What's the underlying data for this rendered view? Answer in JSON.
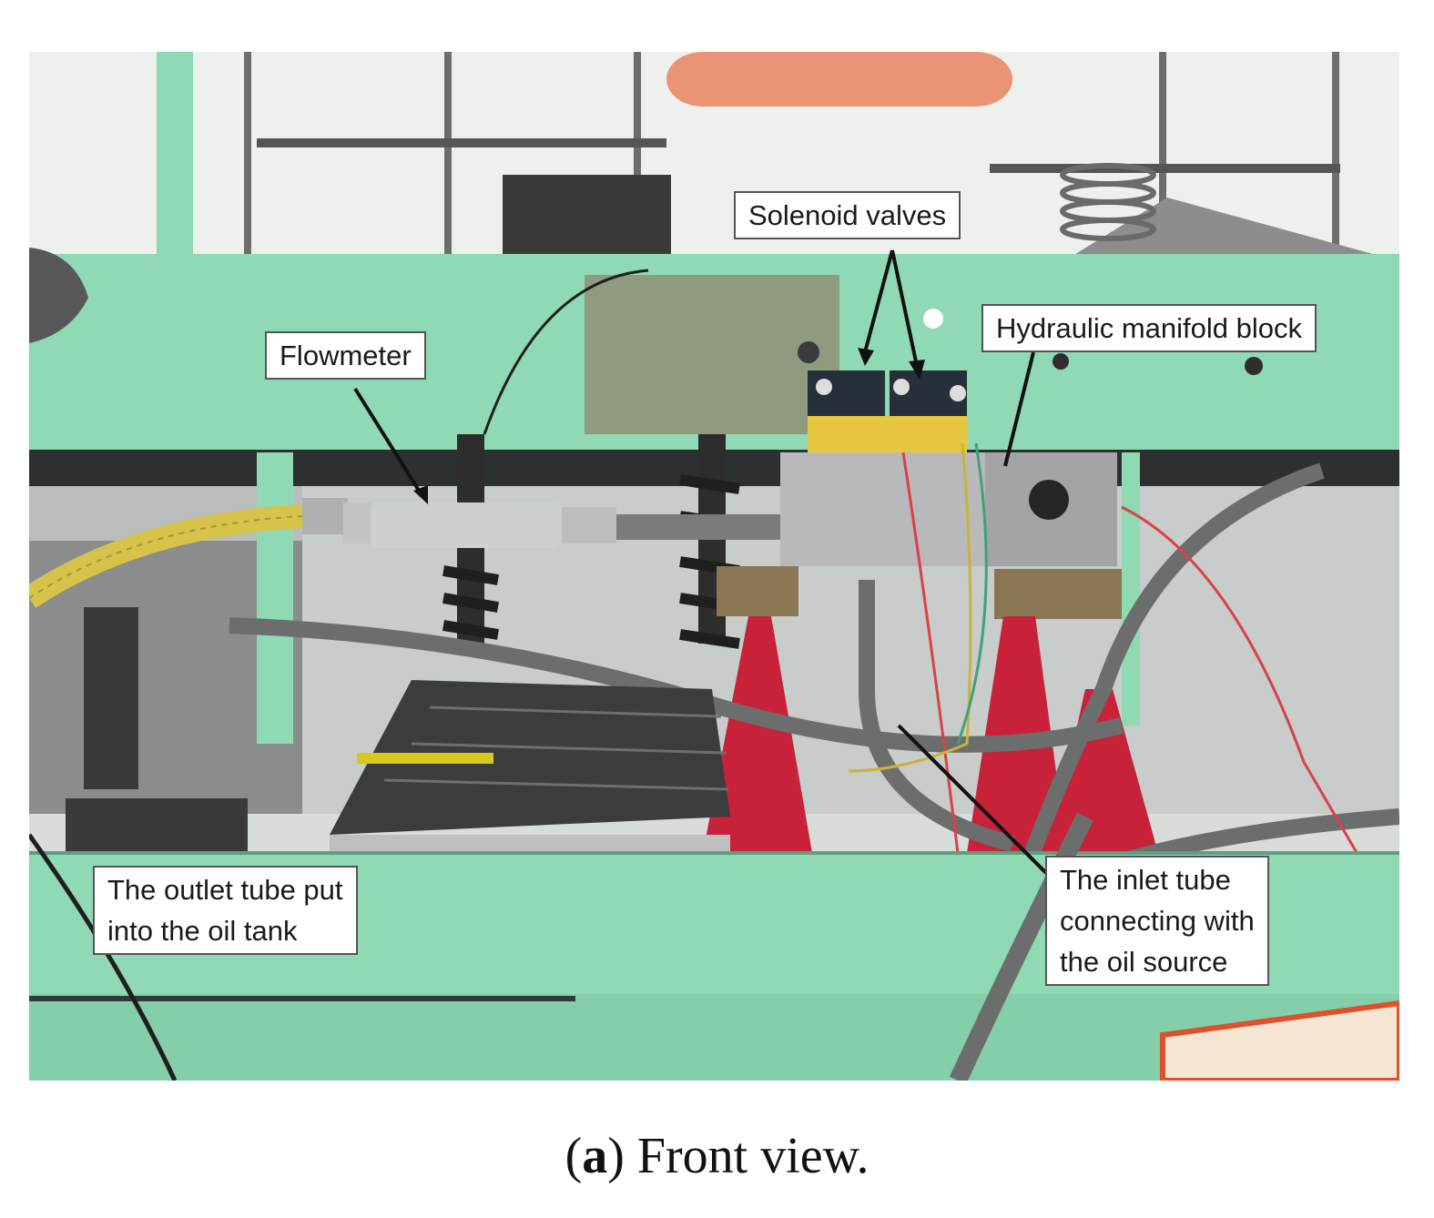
{
  "figure": {
    "labels": {
      "solenoid": "Solenoid valves",
      "manifold": "Hydraulic manifold block",
      "flowmeter": "Flowmeter",
      "outlet_line1": "The outlet tube put",
      "outlet_line2": "into  the oil tank",
      "inlet_line1": "The inlet tube",
      "inlet_line2": "connecting with",
      "inlet_line3": "the oil source"
    },
    "caption": {
      "open_paren": "(",
      "sub_label": "a",
      "rest": ") Front view."
    }
  },
  "colors": {
    "machine_green": "#8fd9b4",
    "stand_red": "#c8223a",
    "manifold_grey": "#b9b9bb",
    "hose_grey": "#6b6e6c",
    "yellow_hose": "#d7c24a"
  }
}
